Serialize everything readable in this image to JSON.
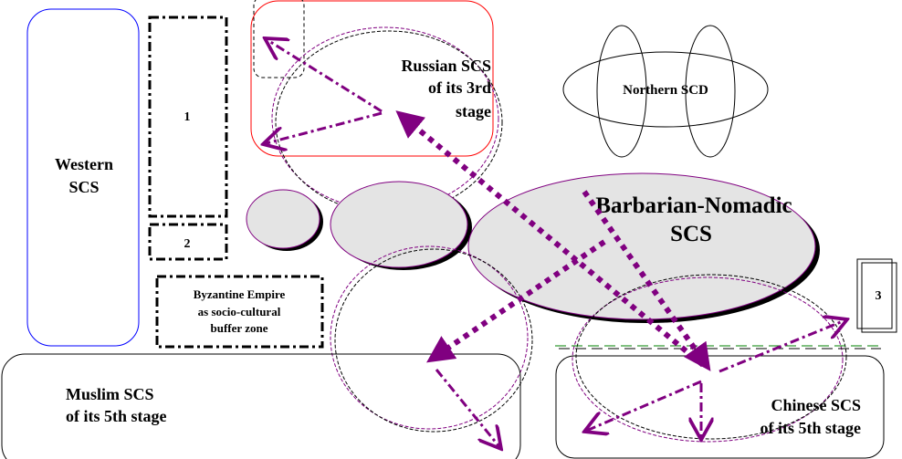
{
  "colors": {
    "arrow": "#800080",
    "western_border": "#0000ff",
    "russian_border": "#ff0000",
    "nomadic_fill": "#e4e4e4",
    "boundary_line": "#008000"
  },
  "western": {
    "line1": "Western",
    "line2": "SCS"
  },
  "zone1": {
    "label": "1"
  },
  "zone2": {
    "label": "2"
  },
  "zone3": {
    "label": "3"
  },
  "byzantine": {
    "line1": "Byzantine Empire",
    "line2": "as socio-cultural",
    "line3": "buffer zone"
  },
  "russian": {
    "line1": "Russian SCS",
    "line2": "of its 3rd",
    "line3": "stage"
  },
  "northern": {
    "label": "Northern SCD"
  },
  "nomadic": {
    "line1": "Barbarian-Nomadic",
    "line2": "SCS"
  },
  "muslim": {
    "line1": "Muslim SCS",
    "line2": "of its 5th stage"
  },
  "chinese": {
    "line1": "Chinese SCS",
    "line2": "of its 5th stage"
  }
}
